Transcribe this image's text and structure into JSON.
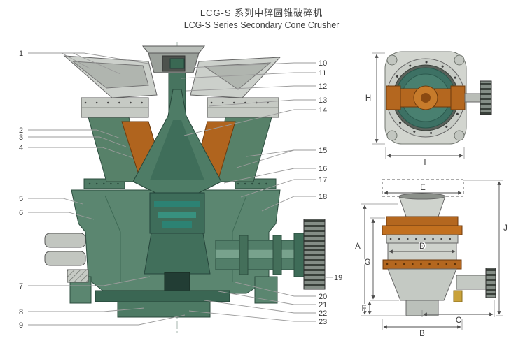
{
  "title": {
    "zh": "LCG-S 系列中碎圆锥破碎机",
    "en": "LCG-S Series Secondary Cone Crusher"
  },
  "callouts": {
    "left": [
      "1",
      "2",
      "3",
      "4",
      "5",
      "6",
      "7",
      "8",
      "9"
    ],
    "right": [
      "10",
      "11",
      "12",
      "13",
      "14",
      "15",
      "16",
      "17",
      "18",
      "19",
      "20",
      "21",
      "22",
      "23"
    ]
  },
  "dims": {
    "A": "A",
    "B": "B",
    "C": "C",
    "D": "D",
    "E": "E",
    "F": "F",
    "G": "G",
    "H": "H",
    "I": "I",
    "J": "J"
  },
  "colors": {
    "frame_green": "#5b8670",
    "liner_orange": "#b0641e",
    "steel_gray": "#ccd0cb",
    "bushing_teal": "#2c8273"
  }
}
